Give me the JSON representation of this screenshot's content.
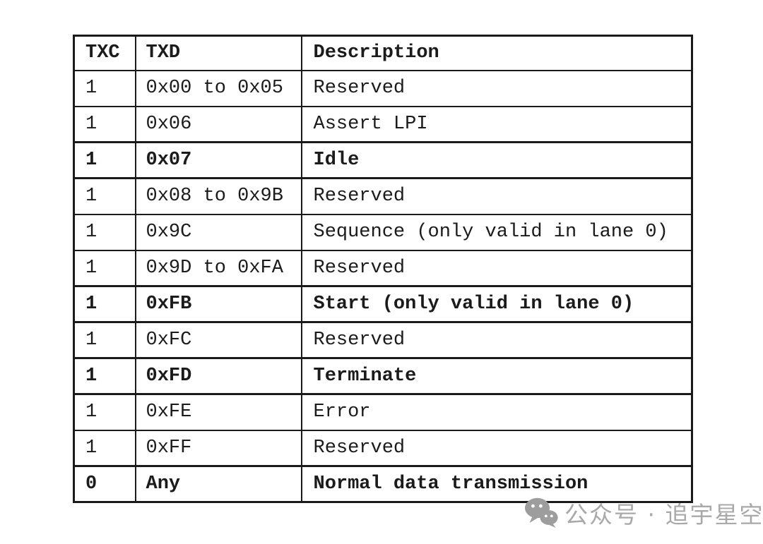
{
  "table": {
    "headers": [
      "TXC",
      "TXD",
      "Description"
    ],
    "rows": [
      {
        "txc": "1",
        "txd": "0x00 to 0x05",
        "desc": "Reserved",
        "bold": false
      },
      {
        "txc": "1",
        "txd": "0x06",
        "desc": "Assert LPI",
        "bold": false
      },
      {
        "txc": "1",
        "txd": "0x07",
        "desc": "Idle",
        "bold": true
      },
      {
        "txc": "1",
        "txd": "0x08 to 0x9B",
        "desc": "Reserved",
        "bold": false
      },
      {
        "txc": "1",
        "txd": "0x9C",
        "desc": "Sequence (only valid in lane 0)",
        "bold": false
      },
      {
        "txc": "1",
        "txd": "0x9D to 0xFA",
        "desc": "Reserved",
        "bold": false
      },
      {
        "txc": "1",
        "txd": "0xFB",
        "desc": "Start (only valid in lane 0)",
        "bold": true
      },
      {
        "txc": "1",
        "txd": "0xFC",
        "desc": "Reserved",
        "bold": false
      },
      {
        "txc": "1",
        "txd": "0xFD",
        "desc": "Terminate",
        "bold": true
      },
      {
        "txc": "1",
        "txd": "0xFE",
        "desc": "Error",
        "bold": false
      },
      {
        "txc": "1",
        "txd": "0xFF",
        "desc": "Reserved",
        "bold": false
      },
      {
        "txc": "0",
        "txd": "Any",
        "desc": "Normal data transmission",
        "bold": true
      }
    ]
  },
  "watermark": {
    "icon": "wechat-icon",
    "text": "公众号 · 追宇星空",
    "text_color": "#a9a9a9",
    "icon_color": "#9d9d9d"
  },
  "colors": {
    "border": "#1a1a1a",
    "text": "#1b1b1b",
    "background": "#ffffff"
  }
}
